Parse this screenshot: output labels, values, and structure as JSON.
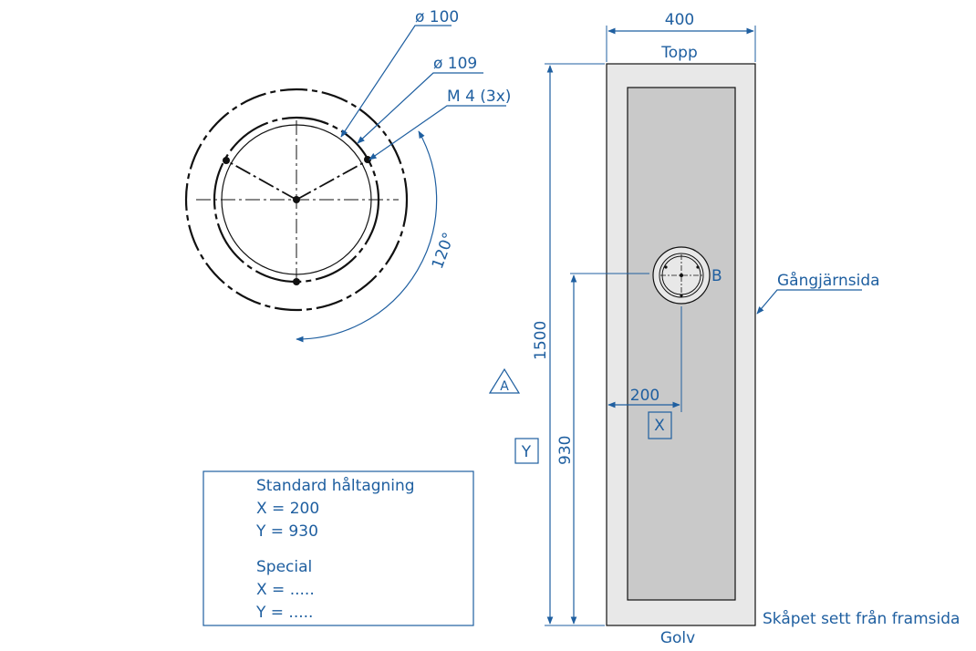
{
  "colors": {
    "dimension": "#1f5fa0",
    "line": "#111111",
    "panel_fill": "#c9c9c9",
    "door_fill": "#e8e8e8"
  },
  "detail": {
    "dia_100": "ø 100",
    "dia_109": "ø 109",
    "m4": "M 4 (3x)",
    "angle": "120°"
  },
  "cabinet": {
    "width_dim": "400",
    "top_label": "Topp",
    "height_dim": "1500",
    "y_dim": "930",
    "x_dim": "200",
    "hole_label": "B",
    "hinge_side": "Gångjärnsida",
    "floor_label": "Golv",
    "view_caption": "Skåpet sett från framsida",
    "marker_a": "A",
    "marker_x": "X",
    "marker_y": "Y"
  },
  "info_box": {
    "standard_title": "Standard håltagning",
    "standard_x": "X = 200",
    "standard_y": "Y = 930",
    "special_title": "Special",
    "special_x": "X = .....",
    "special_y": "Y = ....."
  }
}
